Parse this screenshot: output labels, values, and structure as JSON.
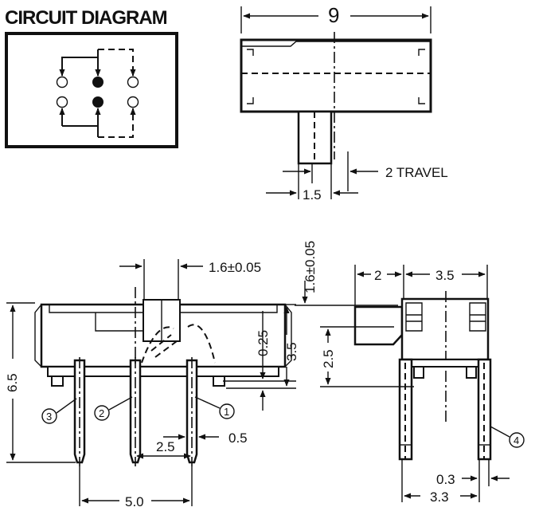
{
  "circuit": {
    "title": "CIRCUIT DIAGRAM"
  },
  "dims": {
    "width_9": "9",
    "travel": "2 TRAVEL",
    "act_width": "1.5",
    "pin_offset": "1.6±0.05",
    "vert_pin_offset": "1.6±0.05",
    "height_65": "6.5",
    "height_35_front": "3.5",
    "height_025": "0.25",
    "pin_width": "0.5",
    "pitch": "2.5",
    "span": "5.0",
    "side_2": "2",
    "side_35": "3.5",
    "side_25": "2.5",
    "side_03": "0.3",
    "side_33": "3.3"
  },
  "pins": {
    "p1": "1",
    "p2": "2",
    "p3": "3",
    "p4": "4"
  }
}
